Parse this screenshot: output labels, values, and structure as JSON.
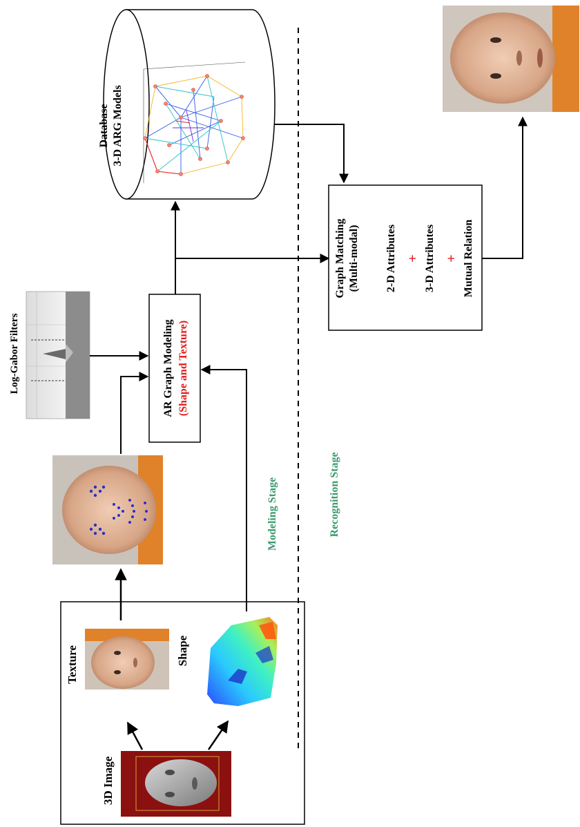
{
  "input_panel": {
    "image_label": "3D Image",
    "texture_label": "Texture",
    "shape_label": "Shape"
  },
  "filters": {
    "label": "Log-Gabor Filters"
  },
  "modeling_box": {
    "line1": "AR Graph Modeling",
    "line2_open": "(",
    "line2_highlight": "Shape and Texture",
    "line2_close": ")"
  },
  "database": {
    "line1": "Database",
    "line2": "3-D ARG Models"
  },
  "matching_box": {
    "title1": "Graph Matching",
    "title2": "(Multi-modal)",
    "attr1": "2-D Attributes",
    "plus": "+",
    "attr2": "3-D Attributes",
    "attr3": "Mutual Relation"
  },
  "stages": {
    "modeling": "Modeling Stage",
    "recognition": "Recognition Stage"
  },
  "colors": {
    "stage_text": "#3a9a6c",
    "highlight": "#e21a1a",
    "image_background": "#8b1010"
  }
}
